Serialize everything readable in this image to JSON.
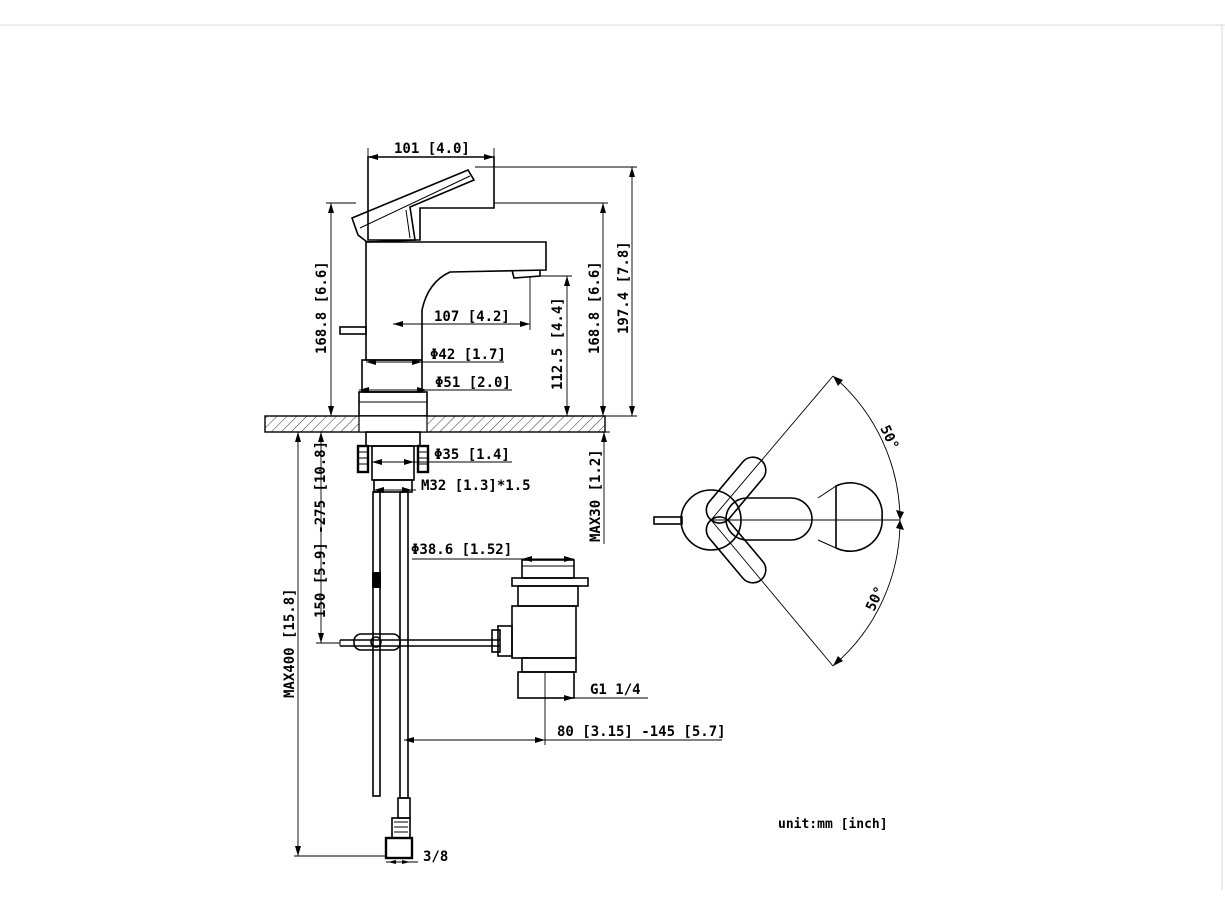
{
  "dimensions": {
    "spout_width": "101 [4.0]",
    "spout_reach": "107 [4.2]",
    "base_diameter_42": "Φ42 [1.7]",
    "base_diameter_51": "Φ51 [2.0]",
    "body_height_left": "168.8 [6.6]",
    "body_height_right": "168.8 [6.6]",
    "spout_height": "112.5 [4.4]",
    "total_height": "197.4 [7.8]",
    "shank_diameter": "Φ35 [1.4]",
    "thread": "M32 [1.3]*1.5",
    "max_deck": "MAX30 [1.2]",
    "rod_height": "150 [5.9] -275 [10.8]",
    "hose_length": "MAX400 [15.8]",
    "waste_diameter": "Φ38.6 [1.52]",
    "waste_thread": "G1 1/4",
    "rod_reach": "80 [3.15] -145 [5.7]",
    "hose_connector": "3/8",
    "angle_upper": "50°",
    "angle_lower": "50°"
  },
  "unit_note": "unit:mm [inch]"
}
